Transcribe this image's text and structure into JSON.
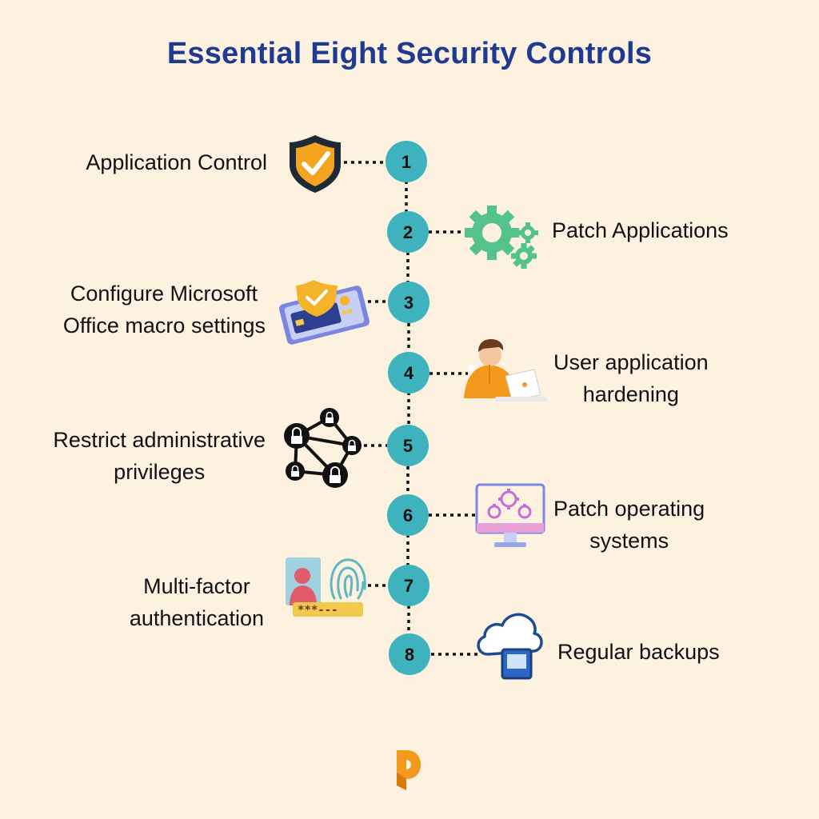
{
  "title": "Essential Eight Security Controls",
  "colors": {
    "background": "#fdf2e0",
    "title": "#1f3a93",
    "node_fill": "#3fb3bd",
    "connector": "#111111",
    "brand": "#f39a1e"
  },
  "steps": [
    {
      "number": "1",
      "lines": [
        "Application Control"
      ],
      "side": "left",
      "icon": "shield-check-icon"
    },
    {
      "number": "2",
      "lines": [
        "Patch Applications"
      ],
      "side": "right",
      "icon": "gears-icon"
    },
    {
      "number": "3",
      "lines": [
        "Configure Microsoft",
        "Office macro settings"
      ],
      "side": "left",
      "icon": "phone-shield-icon"
    },
    {
      "number": "4",
      "lines": [
        "User application",
        "hardening"
      ],
      "side": "right",
      "icon": "user-laptop-icon"
    },
    {
      "number": "5",
      "lines": [
        "Restrict administrative",
        "privileges"
      ],
      "side": "left",
      "icon": "lock-network-icon"
    },
    {
      "number": "6",
      "lines": [
        "Patch operating",
        "systems"
      ],
      "side": "right",
      "icon": "monitor-gears-icon"
    },
    {
      "number": "7",
      "lines": [
        "Multi-factor",
        "authentication"
      ],
      "side": "left",
      "icon": "fingerprint-id-icon"
    },
    {
      "number": "8",
      "lines": [
        "Regular backups"
      ],
      "side": "right",
      "icon": "cloud-backup-icon"
    }
  ]
}
